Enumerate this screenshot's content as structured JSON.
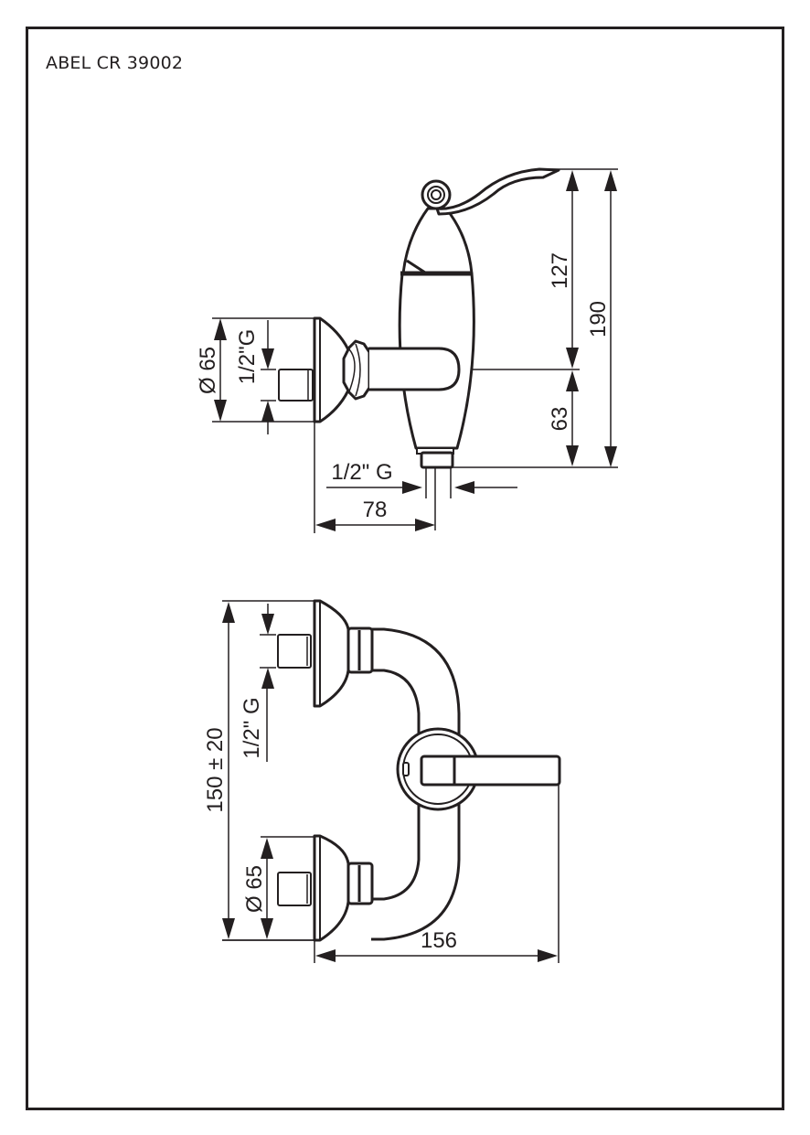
{
  "document": {
    "title": "ABEL CR 39002"
  },
  "side_view": {
    "dimensions": {
      "flange_diameter": "Ø 65",
      "inlet_thread": "1/2\"G",
      "outlet_thread": "1/2\" G",
      "projection": "78",
      "handle_height": "127",
      "total_height": "190",
      "outlet_height": "63"
    }
  },
  "top_view": {
    "dimensions": {
      "centers": "150 ± 20",
      "inlet_thread": "1/2\" G",
      "flange_diameter": "Ø 65",
      "depth": "156"
    }
  },
  "colors": {
    "line": "#231f20",
    "background": "#ffffff"
  }
}
